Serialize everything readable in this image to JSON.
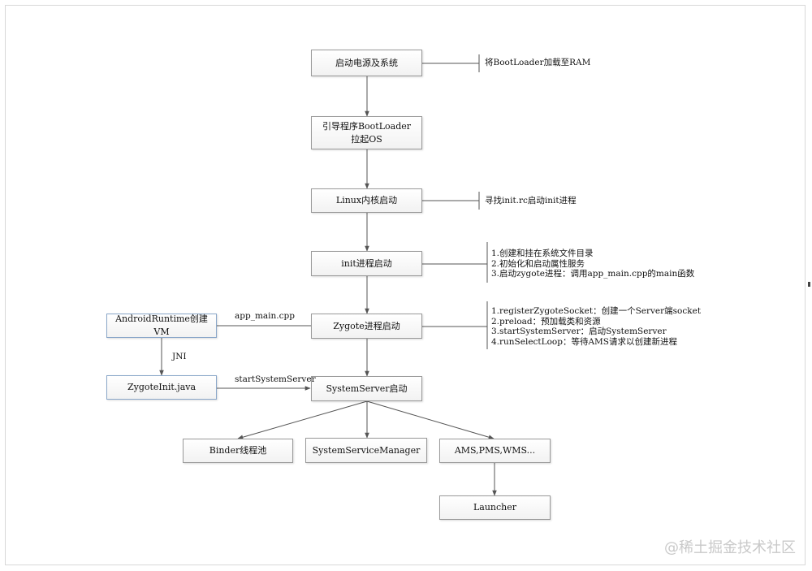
{
  "boxes": {
    "power_on": "启动电源及系统",
    "bootloader": "引导程序BootLoader\n拉起OS",
    "linux_kernel": "Linux内核启动",
    "init_process": "init进程启动",
    "zygote": "Zygote进程启动",
    "systemserver": "SystemServer启动",
    "android_runtime": "AndroidRuntime创建VM",
    "zygote_init": "ZygoteInit.java",
    "binder_pool": "Binder线程池",
    "system_service_manager": "SystemServiceManager",
    "ams_pms_wms": "AMS,PMS,WMS...",
    "launcher": "Launcher"
  },
  "notes": {
    "bootloader_note": "将BootLoader加载至RAM",
    "linux_note": "寻找init.rc启动init进程",
    "init_notes": [
      "1.创建和挂在系统文件目录",
      "2.初始化和启动属性服务",
      "3.启动zygote进程：调用app_main.cpp的main函数"
    ],
    "zygote_notes": [
      "1.registerZygoteSocket：创建一个Server端socket",
      "2.preload：预加载类和资源",
      "3.startSystemServer：启动SystemServer",
      "4.runSelectLoop：等待AMS请求以创建新进程"
    ]
  },
  "edge_labels": {
    "app_main": "app_main.cpp",
    "jni": "JNI",
    "start_system_server": "startSystemServer"
  },
  "watermark": "@稀土掘金技术社区",
  "colors": {
    "box_border": "#9a9a9a",
    "blue_border": "#8aa7c9",
    "line": "#555555"
  }
}
